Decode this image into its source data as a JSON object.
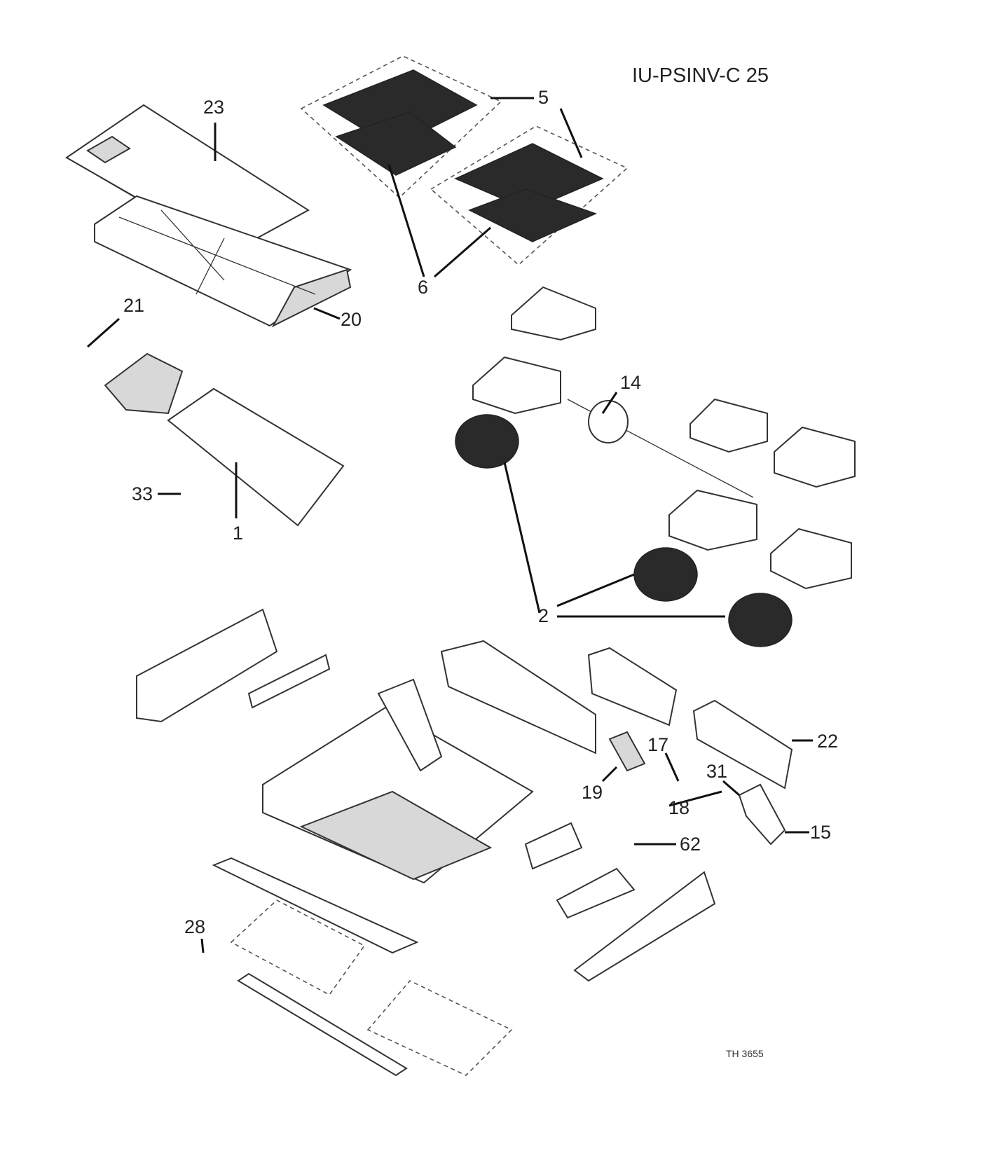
{
  "diagram": {
    "model": "IU-PSINV-C 25",
    "drawing_code": "TH 3655",
    "callouts": [
      {
        "id": "23",
        "text": "23"
      },
      {
        "id": "5",
        "text": "5"
      },
      {
        "id": "6",
        "text": "6"
      },
      {
        "id": "20",
        "text": "20"
      },
      {
        "id": "21",
        "text": "21"
      },
      {
        "id": "14",
        "text": "14"
      },
      {
        "id": "33",
        "text": "33"
      },
      {
        "id": "1",
        "text": "1"
      },
      {
        "id": "2",
        "text": "2"
      },
      {
        "id": "22",
        "text": "22"
      },
      {
        "id": "17",
        "text": "17"
      },
      {
        "id": "31",
        "text": "31"
      },
      {
        "id": "19",
        "text": "19"
      },
      {
        "id": "18",
        "text": "18"
      },
      {
        "id": "15",
        "text": "15"
      },
      {
        "id": "62",
        "text": "62"
      },
      {
        "id": "28",
        "text": "28"
      }
    ]
  }
}
